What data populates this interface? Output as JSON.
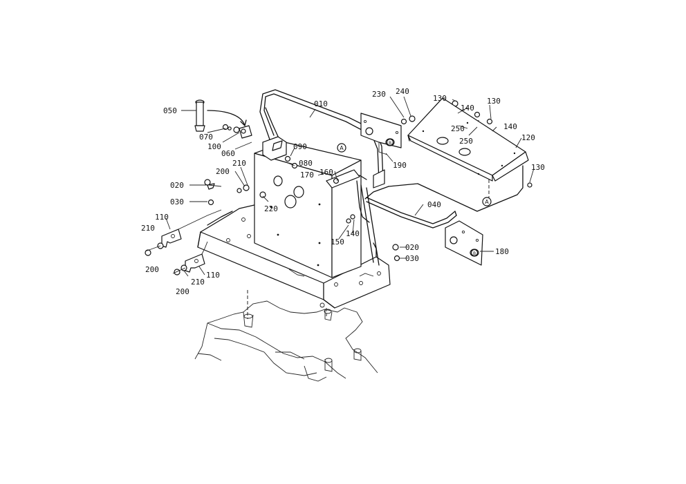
{
  "diagram": {
    "callouts": [
      {
        "id": "c050",
        "text": "050"
      },
      {
        "id": "c070",
        "text": "070"
      },
      {
        "id": "c100",
        "text": "100"
      },
      {
        "id": "c060",
        "text": "060"
      },
      {
        "id": "c010",
        "text": "010"
      },
      {
        "id": "c090",
        "text": "090"
      },
      {
        "id": "c080",
        "text": "080"
      },
      {
        "id": "c170",
        "text": "170"
      },
      {
        "id": "c160",
        "text": "160"
      },
      {
        "id": "c230",
        "text": "230"
      },
      {
        "id": "c240",
        "text": "240"
      },
      {
        "id": "c190",
        "text": "190"
      },
      {
        "id": "c130a",
        "text": "130"
      },
      {
        "id": "c140a",
        "text": "140"
      },
      {
        "id": "c130b",
        "text": "130"
      },
      {
        "id": "c250a",
        "text": "250"
      },
      {
        "id": "c250b",
        "text": "250"
      },
      {
        "id": "c140b",
        "text": "140"
      },
      {
        "id": "c120",
        "text": "120"
      },
      {
        "id": "c130c",
        "text": "130"
      },
      {
        "id": "c200a",
        "text": "200"
      },
      {
        "id": "c210a",
        "text": "210"
      },
      {
        "id": "c020a",
        "text": "020"
      },
      {
        "id": "c030a",
        "text": "030"
      },
      {
        "id": "c220",
        "text": "220"
      },
      {
        "id": "c110a",
        "text": "110"
      },
      {
        "id": "c210b",
        "text": "210"
      },
      {
        "id": "c200b",
        "text": "200"
      },
      {
        "id": "c210c",
        "text": "210"
      },
      {
        "id": "c110b",
        "text": "110"
      },
      {
        "id": "c200c",
        "text": "200"
      },
      {
        "id": "c040",
        "text": "040"
      },
      {
        "id": "c150",
        "text": "150"
      },
      {
        "id": "c140c",
        "text": "140"
      },
      {
        "id": "c020b",
        "text": "020"
      },
      {
        "id": "c030b",
        "text": "030"
      },
      {
        "id": "c180",
        "text": "180"
      }
    ],
    "reference_marks": [
      {
        "id": "refA1",
        "text": "A"
      },
      {
        "id": "refA2",
        "text": "A"
      },
      {
        "id": "refB1",
        "text": "B"
      },
      {
        "id": "refB2",
        "text": "B"
      }
    ]
  }
}
